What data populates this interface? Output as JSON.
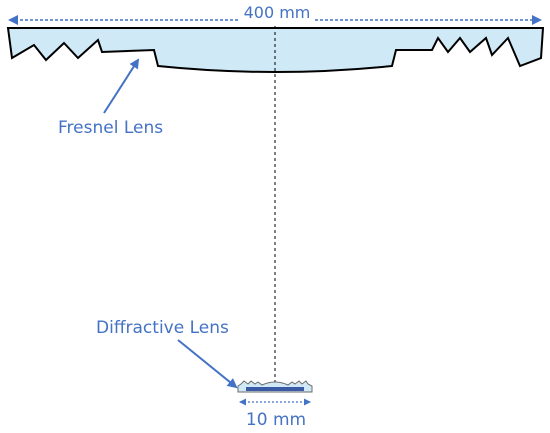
{
  "colors": {
    "lens_fill": "#cfe9f6",
    "lens_stroke": "#000000",
    "annotation": "#4472c4",
    "axis_line": "#000000",
    "sensor_bar": "#3b5aa6"
  },
  "fresnel": {
    "dimension_label": "400 mm",
    "label": "Fresnel Lens"
  },
  "diffractive": {
    "label": "Diffractive Lens",
    "dimension_label": "10 mm"
  }
}
